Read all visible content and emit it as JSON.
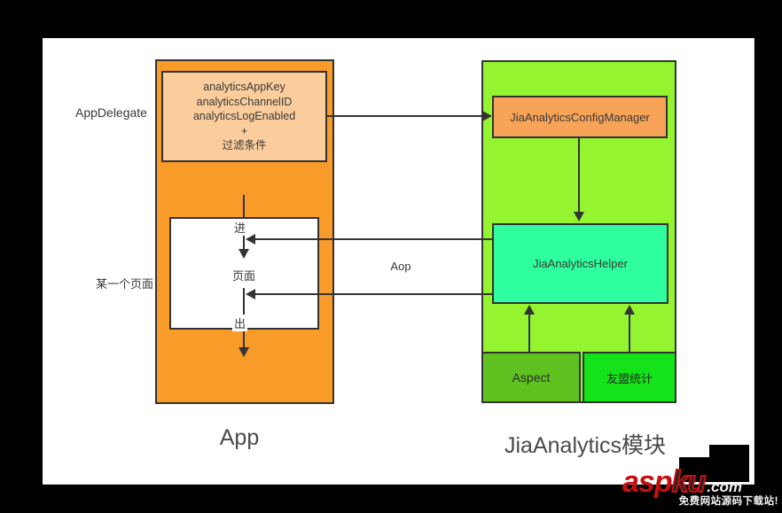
{
  "colors": {
    "canvas-bg": "#ffffff",
    "frame-black": "#000000",
    "app-orange": "#F89B29",
    "config-peach": "#FBCD9C",
    "manager-orange": "#F8A458",
    "module-green": "#94F42F",
    "helper-spring": "#2EFE9D",
    "aspect-green": "#5FC220",
    "umeng-green": "#13E318",
    "line-dark": "#333333",
    "text-dark": "#383838",
    "title-gray": "#4A4A4A",
    "brand-red": "#C41010",
    "watermark-white": "#F2F2F2"
  },
  "app": {
    "title": "App",
    "delegate_label": "AppDelegate",
    "page_annotation": "某一个页面",
    "config_box_lines": [
      "analyticsAppKey",
      "analyticsChannelID",
      "analyticsLogEnabled",
      "+",
      "过滤条件"
    ],
    "page_enter": "进",
    "page_name": "页面",
    "page_exit": "出"
  },
  "middle": {
    "aop_label": "Aop"
  },
  "module": {
    "title": "JiaAnalytics模块",
    "config_manager": "JiaAnalyticsConfigManager",
    "helper": "JiaAnalyticsHelper",
    "aspect": "Aspect",
    "umeng": "友盟统计"
  },
  "watermark": {
    "brand_primary": "asp",
    "brand_secondary": "ku",
    "brand_suffix": ".com",
    "tagline": "免费网站源码下载站!"
  }
}
